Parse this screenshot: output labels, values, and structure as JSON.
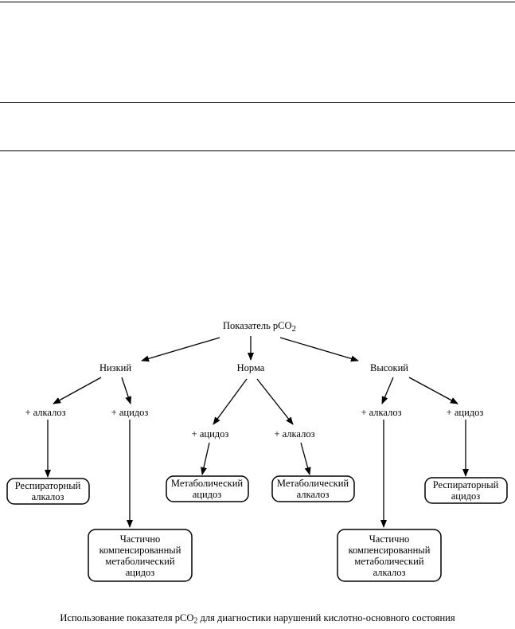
{
  "diagram": {
    "root": {
      "prefix": "Показатель pCO",
      "sub": "2"
    },
    "level1": {
      "low": "Низкий",
      "normal": "Норма",
      "high": "Высокий"
    },
    "level2": {
      "low_alkalosis": "+ алкалоз",
      "low_acidosis": "+ ацидоз",
      "normal_acidosis": "+ ацидоз",
      "normal_alkalosis": "+ алкалоз",
      "high_alkalosis": "+ алкалоз",
      "high_acidosis": "+ ацидоз"
    },
    "outcomes": {
      "resp_alkalosis": [
        "Респираторный",
        "алкалоз"
      ],
      "part_comp_met_acidosis": [
        "Частично",
        "компенсированный",
        "метаболический",
        "ацидоз"
      ],
      "met_acidosis": [
        "Метаболический",
        "ацидоз"
      ],
      "met_alkalosis": [
        "Метаболический",
        "алкалоз"
      ],
      "part_comp_met_alkalosis": [
        "Частично",
        "компенсированный",
        "метаболический",
        "алкалоз"
      ],
      "resp_acidosis": [
        "Респираторный",
        "ацидоз"
      ]
    }
  },
  "caption": {
    "before": "Использование показателя pCO",
    "sub": "2",
    "after": " для диагностики нарушений кислотно-основного состояния"
  }
}
